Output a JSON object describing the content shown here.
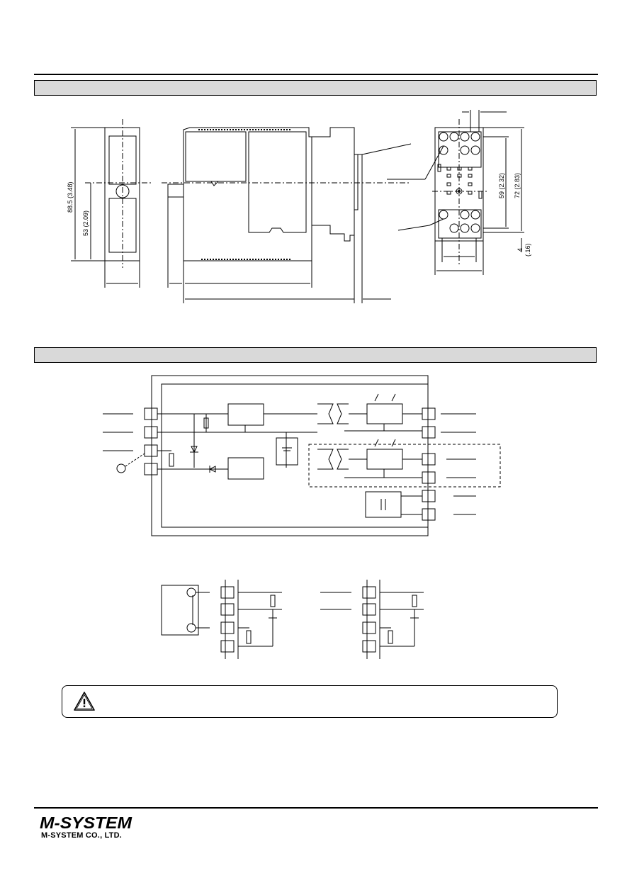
{
  "logo": {
    "wordmark": "M-SYSTEM",
    "company": "M-SYSTEM CO., LTD."
  },
  "dimensions": {
    "height_total": "88.5 (3.48)",
    "height_center": "53 (2.09)",
    "socket_pitch": "59 (2.32)",
    "socket_height": "72 (2.83)",
    "socket_gap": "4",
    "socket_gap_in": "(.16)"
  },
  "warning": {
    "icon": "warning-triangle-icon"
  },
  "colors": {
    "section_bar": "#d9d9d9",
    "line": "#000000"
  }
}
